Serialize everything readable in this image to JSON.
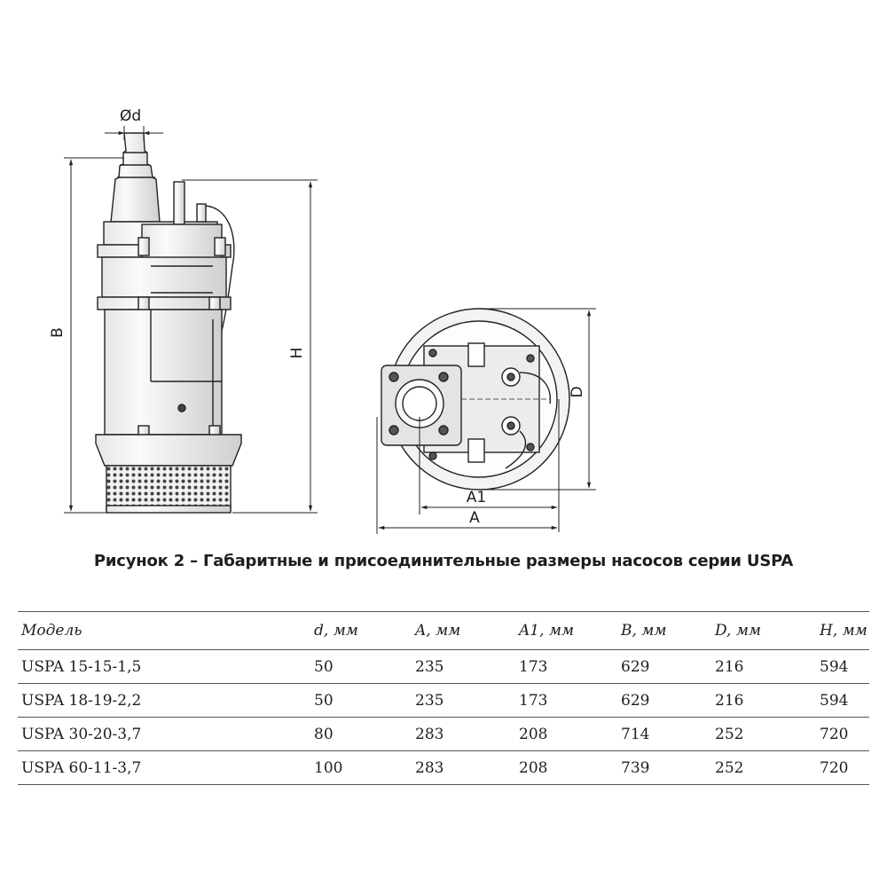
{
  "drawing": {
    "labels": {
      "d": "Ød",
      "b": "B",
      "h": "H",
      "d_top": "D",
      "a1": "A1",
      "a": "A"
    }
  },
  "caption": "Рисунок 2 – Габаритные и присоединительные размеры насосов серии USPA",
  "table": {
    "headers": [
      "Модель",
      "d, мм",
      "A, мм",
      "A1, мм",
      "B, мм",
      "D, мм",
      "H, мм"
    ],
    "rows": [
      [
        "USPA 15-15-1,5",
        "50",
        "235",
        "173",
        "629",
        "216",
        "594"
      ],
      [
        "USPA 18-19-2,2",
        "50",
        "235",
        "173",
        "629",
        "216",
        "594"
      ],
      [
        "USPA 30-20-3,7",
        "80",
        "283",
        "208",
        "714",
        "252",
        "720"
      ],
      [
        "USPA 60-11-3,7",
        "100",
        "283",
        "208",
        "739",
        "252",
        "720"
      ]
    ]
  }
}
